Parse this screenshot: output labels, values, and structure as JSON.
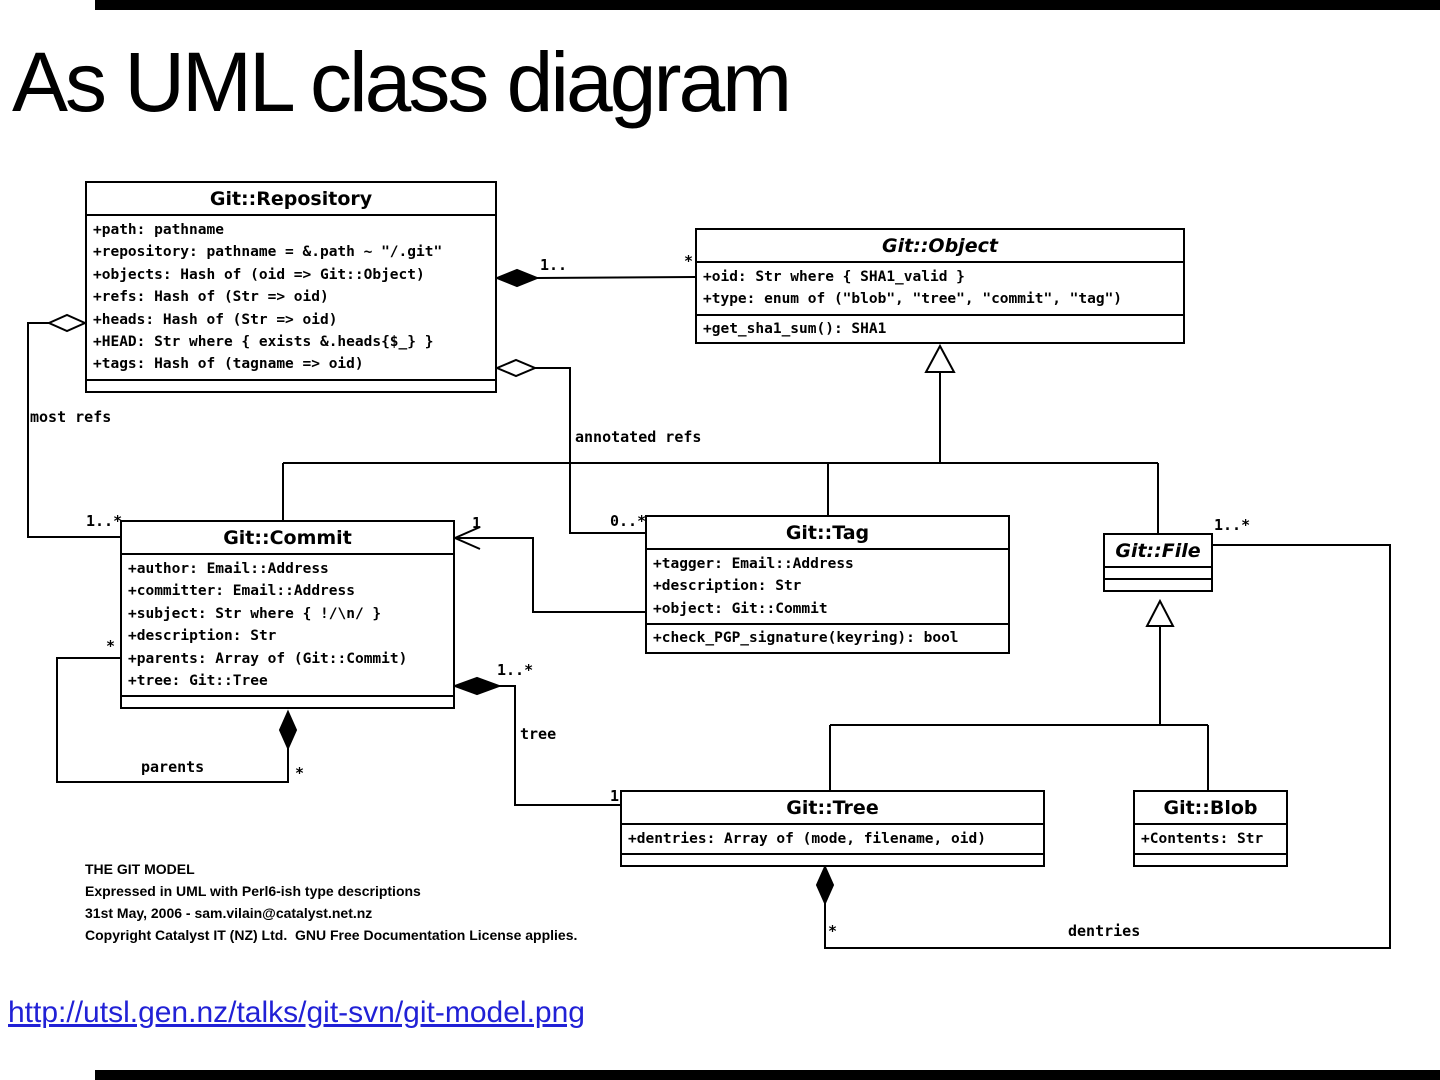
{
  "slide": {
    "title": "As UML class diagram",
    "link": "http://utsl.gen.nz/talks/git-svn/git-model.png"
  },
  "colors": {
    "background": "#ffffff",
    "line": "#000000",
    "link_blue": "#2121d6"
  },
  "classes": {
    "repository": {
      "name": "Git::Repository",
      "attributes": [
        "+path: pathname",
        "+repository: pathname = &.path ~ \"/.git\"",
        "+objects: Hash of (oid => Git::Object)",
        "+refs: Hash of (Str => oid)",
        "+heads: Hash of (Str => oid)",
        "+HEAD: Str where { exists &.heads{$_} }",
        "+tags: Hash of (tagname => oid)"
      ],
      "methods": []
    },
    "object": {
      "name": "Git::Object",
      "attributes": [
        "+oid: Str where { SHA1_valid }",
        "+type: enum of (\"blob\", \"tree\", \"commit\", \"tag\")"
      ],
      "methods": [
        "+get_sha1_sum(): SHA1"
      ]
    },
    "commit": {
      "name": "Git::Commit",
      "attributes": [
        "+author: Email::Address",
        "+committer: Email::Address",
        "+subject: Str where { !/\\n/ }",
        "+description: Str",
        "+parents: Array of (Git::Commit)",
        "+tree: Git::Tree"
      ],
      "methods": []
    },
    "tag": {
      "name": "Git::Tag",
      "attributes": [
        "+tagger: Email::Address",
        "+description: Str",
        "+object: Git::Commit"
      ],
      "methods": [
        "+check_PGP_signature(keyring): bool"
      ]
    },
    "file": {
      "name": "Git::File",
      "attributes": [],
      "methods": []
    },
    "tree": {
      "name": "Git::Tree",
      "attributes": [
        "+dentries: Array of (mode, filename, oid)"
      ],
      "methods": []
    },
    "blob": {
      "name": "Git::Blob",
      "attributes": [
        "+Contents: Str"
      ],
      "methods": []
    }
  },
  "labels": {
    "repo_object_mult": "1..",
    "object_mult": "*",
    "most_refs": "most refs",
    "commit_mostrefs_mult": "1..*",
    "annotated_refs": "annotated refs",
    "tag_annotated_mult": "0..*",
    "tag_object_mult": "1",
    "commit_tree_mult": "1..*",
    "tree_role": "tree",
    "tree_end_mult": "1",
    "parents_role": "parents",
    "parents_top_mult": "*",
    "parents_bottom_mult": "*",
    "dentries_role": "dentries",
    "dentries_star_mult": "*",
    "file_dentries_mult": "1..*"
  },
  "note": {
    "line1": "THE GIT MODEL",
    "line2": "Expressed in UML with Perl6-ish type descriptions",
    "line3": "31st May, 2006 - sam.vilain@catalyst.net.nz",
    "line4": "Copyright Catalyst IT (NZ) Ltd.  GNU Free Documentation License applies."
  }
}
